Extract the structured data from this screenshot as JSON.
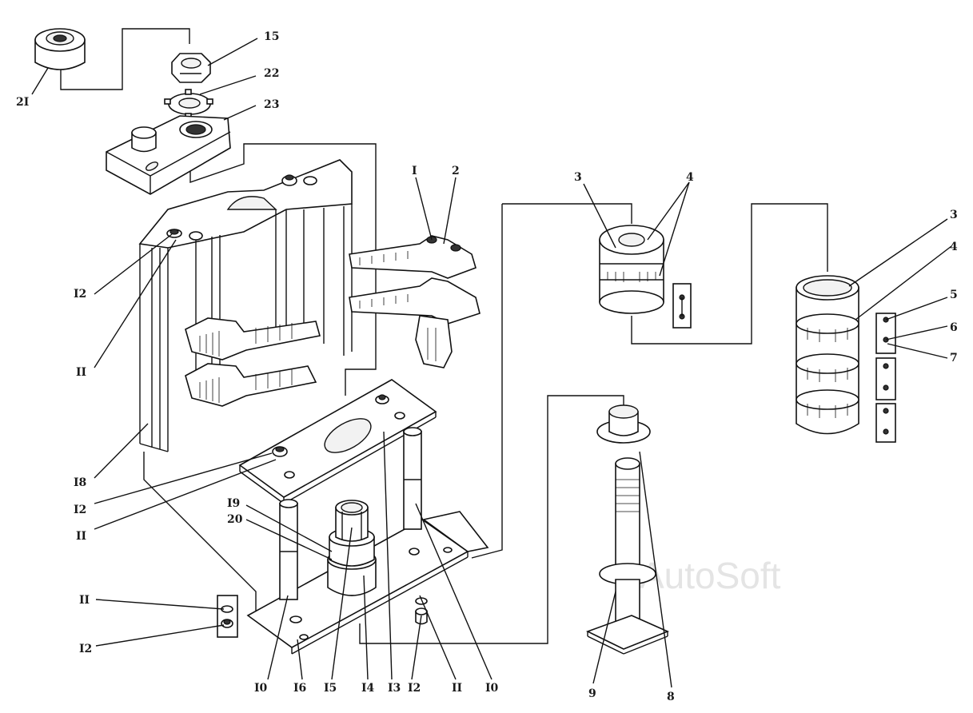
{
  "watermark": "AutoSoft",
  "callouts": {
    "c21": "2I",
    "c15": "15",
    "c22": "22",
    "c23": "23",
    "c12_top": "I2",
    "c11_top": "II",
    "c18": "I8",
    "c12_mid": "I2",
    "c11_mid": "II",
    "c19": "I9",
    "c20": "20",
    "c11_bot": "II",
    "c12_bot": "I2",
    "c10_left": "I0",
    "c16": "I6",
    "c15_bot": "I5",
    "c14": "I4",
    "c13": "I3",
    "c12_b2": "I2",
    "c11_b2": "II",
    "c10_right": "I0",
    "c1": "I",
    "c2": "2",
    "c3_mid": "3",
    "c4_mid": "4",
    "c3_right": "3",
    "c4_right": "4",
    "c5": "5",
    "c6": "6",
    "c7": "7",
    "c9": "9",
    "c8": "8"
  }
}
